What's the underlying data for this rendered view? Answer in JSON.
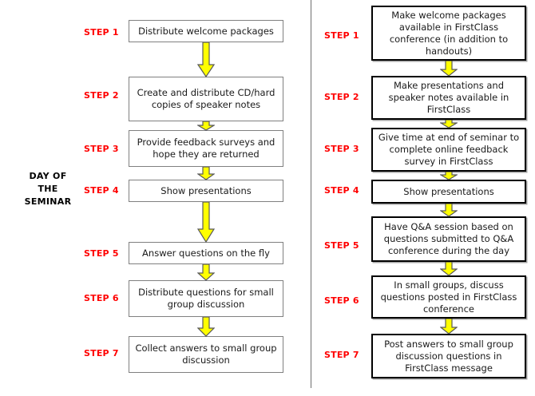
{
  "diagram": {
    "title_label": {
      "line1": "DAY OF",
      "line2": "THE",
      "line3": "SEMINAR"
    },
    "accent_color": "#ff0000",
    "arrow_color": "#ffff00",
    "arrow_outline_color": "#595959",
    "left_box_border_color": "#808080",
    "right_box_border_color": "#000000",
    "divider_color": "#6e6e6e",
    "columns": [
      {
        "id": "traditional",
        "steps": [
          {
            "label": "STEP 1",
            "text": "Distribute welcome packages"
          },
          {
            "label": "STEP 2",
            "text": "Create and distribute CD/hard copies of speaker notes"
          },
          {
            "label": "STEP 3",
            "text": "Provide feedback surveys and hope they are returned"
          },
          {
            "label": "STEP 4",
            "text": "Show presentations"
          },
          {
            "label": "STEP 5",
            "text": "Answer questions on the fly"
          },
          {
            "label": "STEP 6",
            "text": "Distribute questions for small group discussion"
          },
          {
            "label": "STEP 7",
            "text": "Collect answers to small group discussion"
          }
        ]
      },
      {
        "id": "firstclass",
        "steps": [
          {
            "label": "STEP 1",
            "text": "Make welcome packages available in FirstClass conference (in addition to handouts)"
          },
          {
            "label": "STEP 2",
            "text": "Make presentations and speaker notes available in FirstClass"
          },
          {
            "label": "STEP 3",
            "text": "Give time at end of seminar to complete online feedback survey in FirstClass"
          },
          {
            "label": "STEP 4",
            "text": "Show presentations"
          },
          {
            "label": "STEP 5",
            "text": "Have Q&A session based on questions submitted to Q&A conference during the day"
          },
          {
            "label": "STEP 6",
            "text": "In small groups, discuss questions posted in FirstClass conference"
          },
          {
            "label": "STEP 7",
            "text": "Post answers to small group discussion questions in FirstClass message"
          }
        ]
      }
    ]
  }
}
